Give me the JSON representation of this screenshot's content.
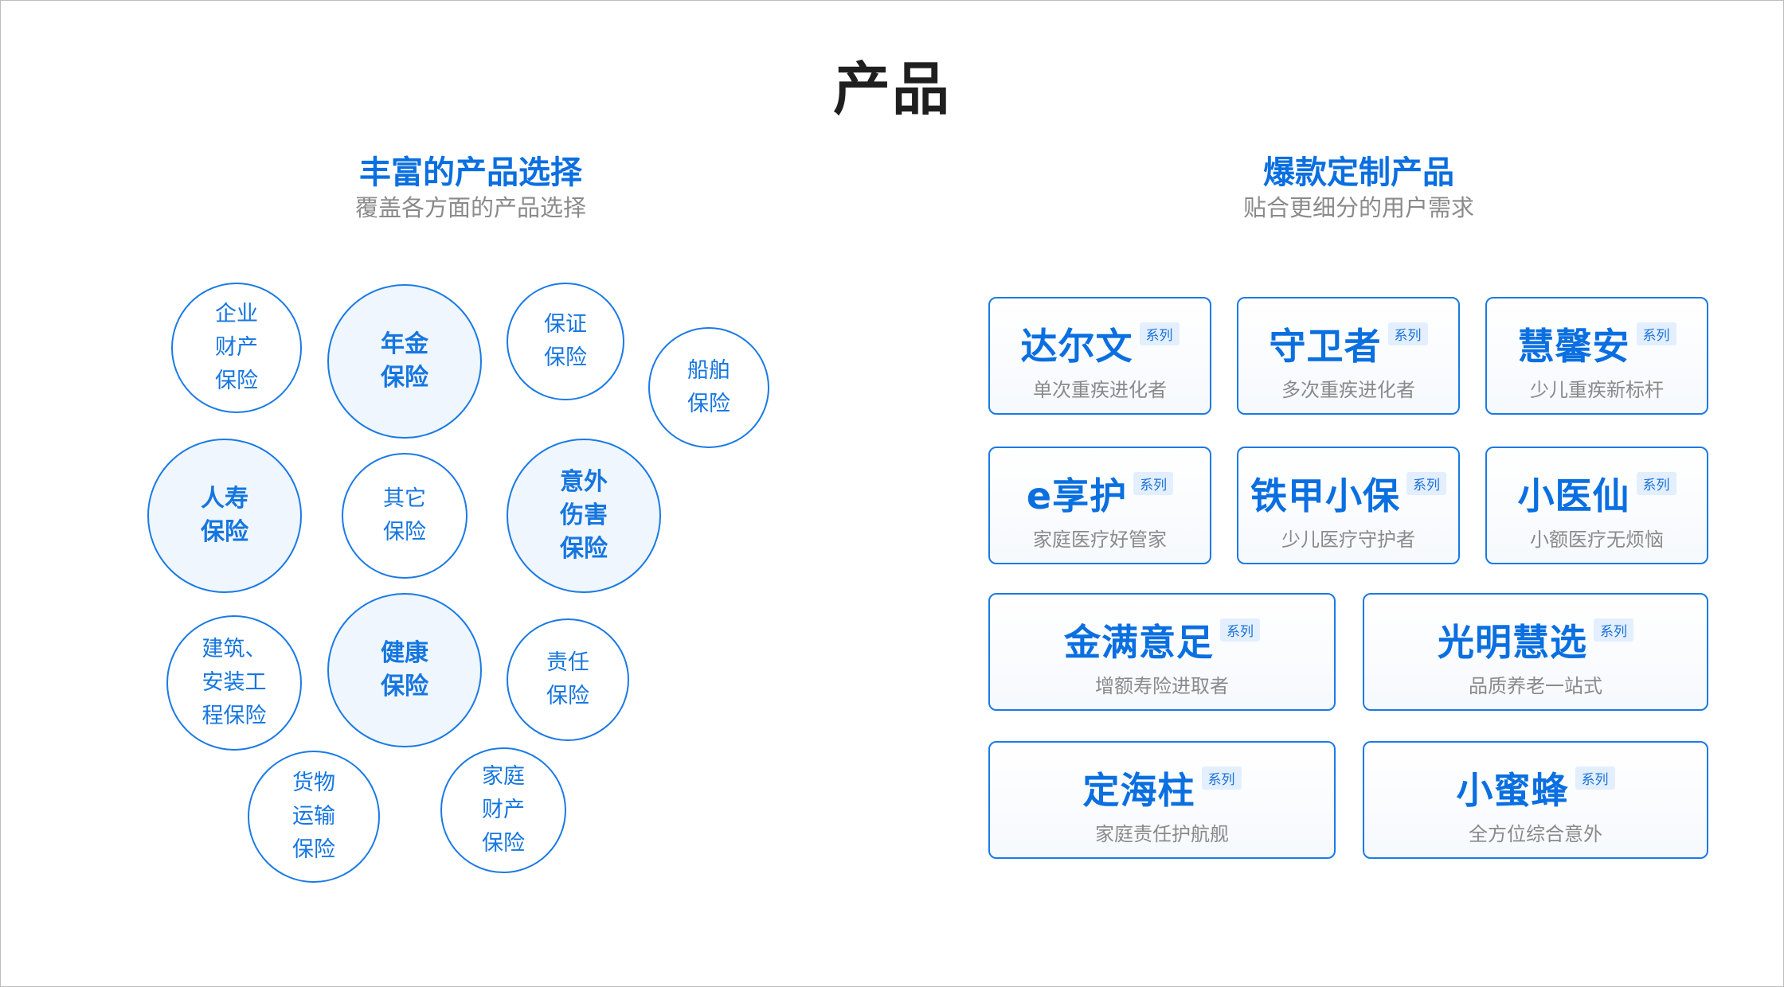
{
  "page_title": "产品",
  "left": {
    "heading": "丰富的产品选择",
    "subheading": "覆盖各方面的产品选择",
    "bubbles": [
      {
        "label": "企业\n财产\n保险"
      },
      {
        "label": "年金\n保险"
      },
      {
        "label": "保证\n保险"
      },
      {
        "label": "船舶\n保险"
      },
      {
        "label": "人寿\n保险"
      },
      {
        "label": "其它\n保险"
      },
      {
        "label": "意外\n伤害\n保险"
      },
      {
        "label": "建筑、\n安装工\n程保险"
      },
      {
        "label": "健康\n保险"
      },
      {
        "label": "责任\n保险"
      },
      {
        "label": "货物\n运输\n保险"
      },
      {
        "label": "家庭\n财产\n保险"
      }
    ]
  },
  "right": {
    "heading": "爆款定制产品",
    "subheading": "贴合更细分的用户需求",
    "badge": "系列",
    "cards": [
      {
        "name": "达尔文",
        "desc": "单次重疾进化者"
      },
      {
        "name": "守卫者",
        "desc": "多次重疾进化者"
      },
      {
        "name": "慧馨安",
        "desc": "少儿重疾新标杆"
      },
      {
        "name": "e享护",
        "desc": "家庭医疗好管家"
      },
      {
        "name": "铁甲小保",
        "desc": "少儿医疗守护者"
      },
      {
        "name": "小医仙",
        "desc": "小额医疗无烦恼"
      },
      {
        "name": "金满意足",
        "desc": "增额寿险进取者"
      },
      {
        "name": "光明慧选",
        "desc": "品质养老一站式"
      },
      {
        "name": "定海柱",
        "desc": "家庭责任护航舰"
      },
      {
        "name": "小蜜蜂",
        "desc": "全方位综合意外"
      }
    ]
  },
  "colors": {
    "accent": "#0a6fe0",
    "border": "#1a7ae6",
    "bubble_fill": "#eff6fd",
    "muted_text": "#8a8a8a",
    "title_text": "#1f1f1f"
  }
}
